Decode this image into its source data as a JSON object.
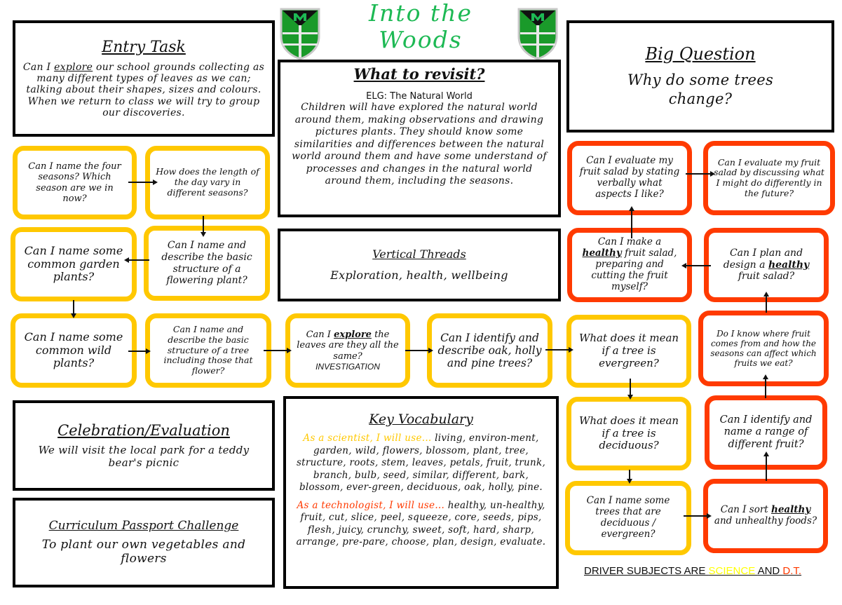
{
  "header": {
    "title_line1": "Into the",
    "title_line2": "Woods",
    "crest_icon": "school-crest-icon",
    "title_color": "#1db954"
  },
  "entry_task": {
    "title": "Entry Task",
    "text_prefix": "Can I ",
    "text_emphasis": "explore",
    "text_suffix": " our school grounds collecting as many different types of leaves as we can; talking about their shapes, sizes and colours. When we return to class we will try to group our discoveries."
  },
  "revisit": {
    "title": "What to revisit?",
    "subtitle": "ELG: The Natural World",
    "text": "Children will have explored the natural world around them, making observations and drawing pictures plants. They should know some similarities and differences between the natural world around them and have some understand  of processes and changes in the natural world around them, including the seasons."
  },
  "big_question": {
    "title": "Big Question",
    "text": "Why do some trees change?"
  },
  "vertical_threads": {
    "title": "Vertical Threads",
    "text": "Exploration, health, wellbeing"
  },
  "celebration": {
    "title": "Celebration/Evaluation",
    "text": "We will visit the local park for a teddy bear's picnic"
  },
  "passport": {
    "title": "Curriculum Passport Challenge",
    "text": "To plant our own vegetables and flowers"
  },
  "vocabulary": {
    "title": "Key Vocabulary",
    "scientist_label": "As a scientist, I will use...",
    "scientist_words": " living, environ-ment, garden, wild, flowers, blossom, plant, tree, structure, roots, stem, leaves, petals, fruit, trunk, branch, bulb, seed, similar, different, bark, blossom, ever-green, deciduous, oak, holly, pine.",
    "technologist_label": "As a technologist, I will use...",
    "technologist_words": " healthy, un-healthy, fruit, cut, slice, peel, squeeze, core, seeds, pips, flesh, juicy, crunchy, sweet, soft, hard, sharp, arrange, pre-pare, choose, plan, design, evaluate."
  },
  "science_steps": [
    {
      "text": "Can I name the four seasons? Which season are we in now?"
    },
    {
      "text": "How does the length of the day vary in different seasons?"
    },
    {
      "text": "Can I name and describe the basic structure of a flowering plant?"
    },
    {
      "text": "Can I name some common garden plants?"
    },
    {
      "text": "Can I name some common wild plants?"
    },
    {
      "text": "Can I name and describe the basic structure of a tree including those that flower?"
    },
    {
      "text_prefix": "Can I ",
      "text_emphasis": "explore",
      "text_suffix": " the leaves are they all the same?",
      "tag": "INVESTIGATION"
    },
    {
      "text": "Can I identify and describe oak, holly and pine trees?"
    },
    {
      "text": "What does it mean if a tree is evergreen?"
    },
    {
      "text": "What does it mean if a tree is deciduous?"
    },
    {
      "text": "Can I name some trees that are deciduous / evergreen?"
    }
  ],
  "dt_steps": [
    {
      "text_prefix": "Can I sort ",
      "text_emphasis": "healthy",
      "text_suffix": " and unhealthy foods?"
    },
    {
      "text": "Can I identify and name a range of different fruit?"
    },
    {
      "text": "Do I know where fruit comes from and how the seasons can affect which fruits we eat?"
    },
    {
      "text_prefix": "Can I plan and design a ",
      "text_emphasis": "healthy",
      "text_suffix": " fruit salad?"
    },
    {
      "text_prefix": "Can I make a ",
      "text_emphasis": "healthy",
      "text_suffix": " fruit salad, preparing and cutting the fruit myself?"
    },
    {
      "text": "Can I evaluate my fruit salad by stating verbally what aspects I like?"
    },
    {
      "text": "Can I evaluate my fruit salad by discussing what I might do differently in the future?"
    }
  ],
  "footer": {
    "prefix": "DRIVER SUBJECTS ARE ",
    "science": "SCIENCE ",
    "and": "AND ",
    "dt": "D.T."
  },
  "colors": {
    "science": "#ffc800",
    "dt": "#ff3a00",
    "border": "#000000"
  }
}
